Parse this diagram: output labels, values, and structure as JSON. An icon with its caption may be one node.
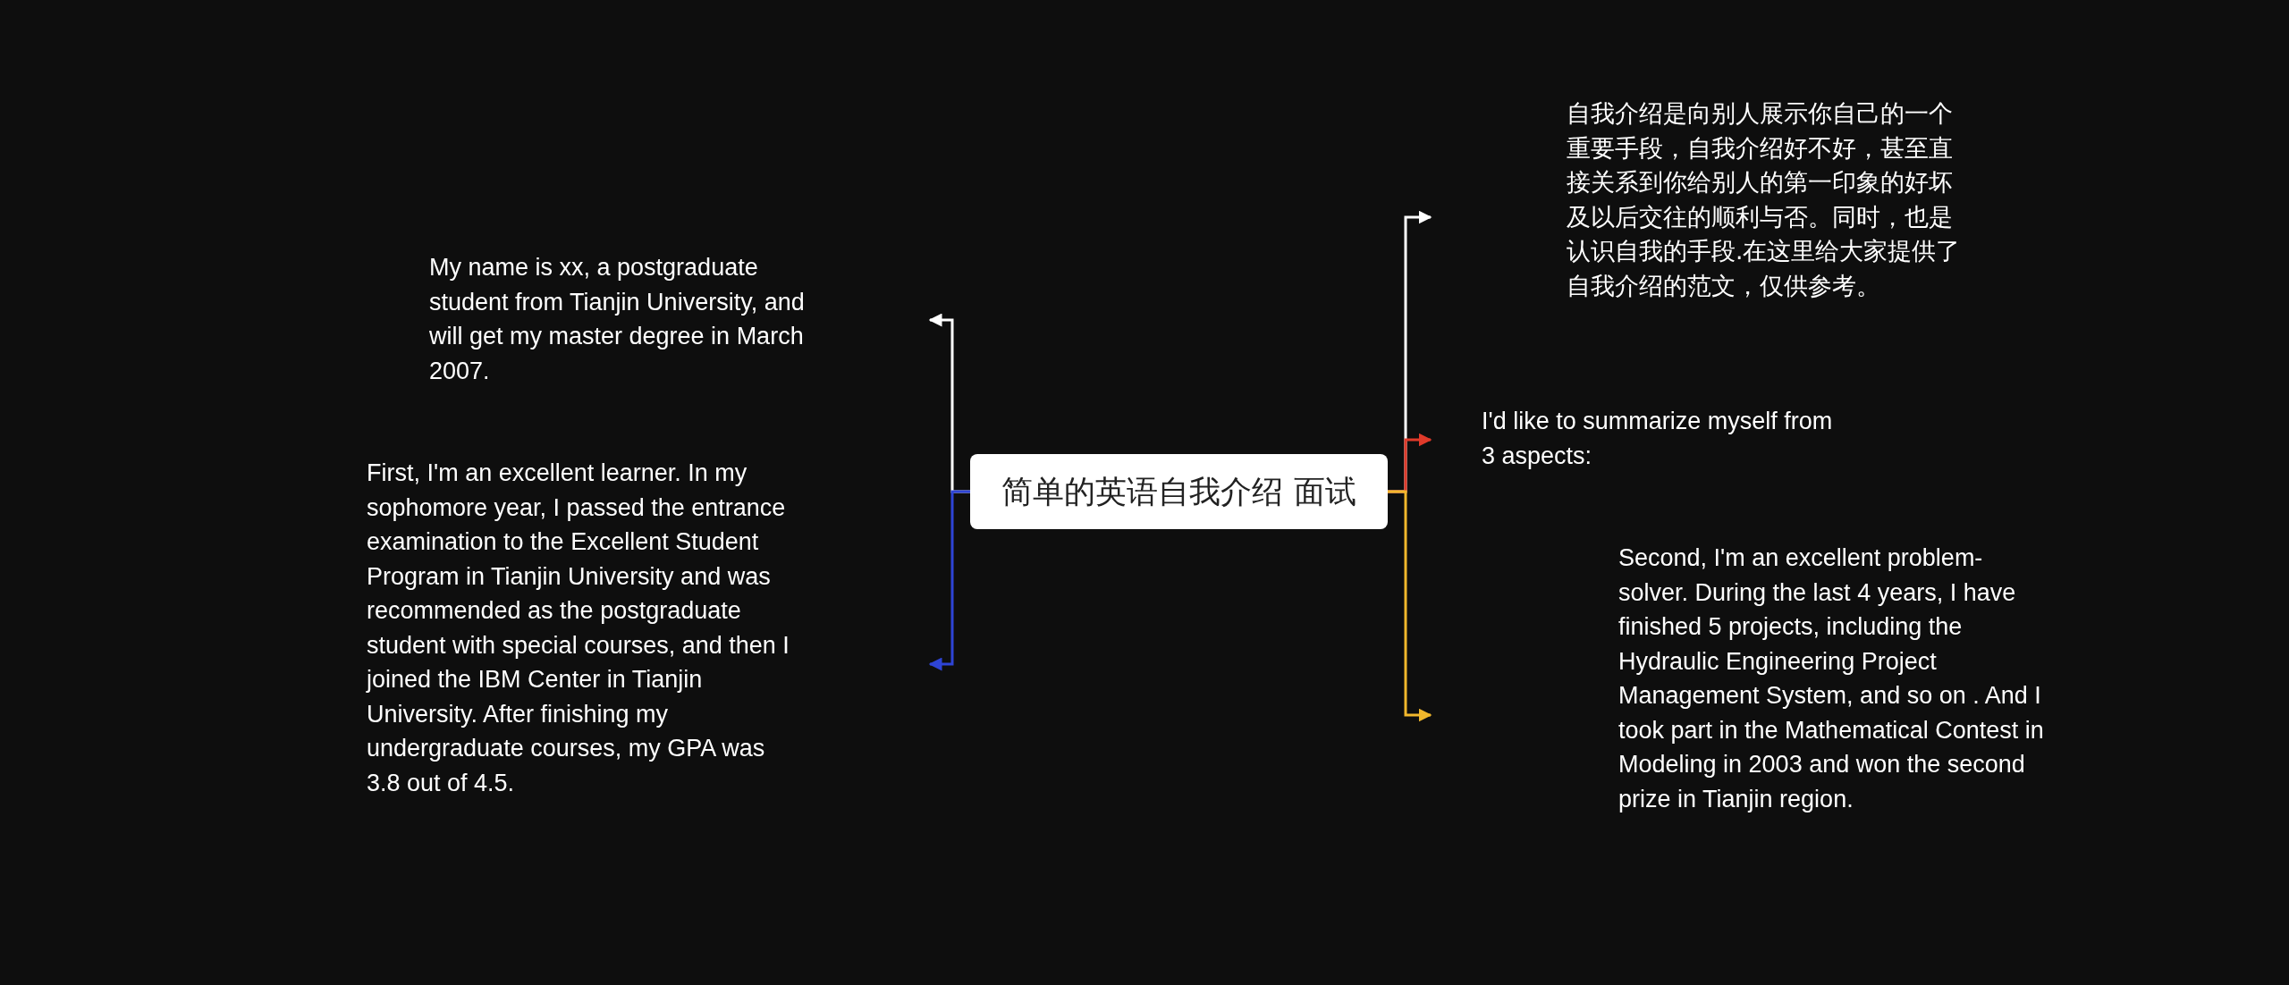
{
  "diagram": {
    "nodes": [
      {
        "text": [
          "简单的英语自我介绍 面试"
        ]
      },
      {
        "text": [
          "My name is xx, a postgraduate student from Tianjin University, and will get my master degree in March 2007."
        ]
      },
      {
        "text": [
          "First, I'm an excellent learner. In my sophomore year, I passed the entrance examination to the Excellent Student Program in Tianjin University and was recommended as the postgraduate student with special courses, and then I joined the IBM Center in Tianjin University. After finishing my undergraduate courses, my GPA was 3.8 out of 4.5."
        ]
      },
      {
        "text": [
          "自我介绍是向别人展示你自己的一个重要手段，自我介绍好不好，甚至直接关系到你给别人的第一印象的好坏及以后交往的顺利与否。同时，也是认识自我的手段.在这里给大家提供了自我介绍的范文，仅供参考。"
        ]
      },
      {
        "text": [
          "I'd like to summarize myself from 3 aspects:"
        ]
      },
      {
        "text": [
          "Second, I'm an excellent problem-solver. During the last 4 years, I have finished 5 projects, including the Hydraulic Engineering Project Management System, and so on . And I took part in the Mathematical Contest in Modeling in 2003 and won the second prize in Tianjin region."
        ]
      }
    ],
    "edges": [
      {
        "from": 0,
        "to": 1,
        "arrow": "to"
      },
      {
        "from": 0,
        "to": 2,
        "arrow": "to",
        "color": "#2e44d6"
      },
      {
        "from": 0,
        "to": 3,
        "arrow": "to"
      },
      {
        "from": 0,
        "to": 4,
        "arrow": "to",
        "color": "#e03a2a"
      },
      {
        "from": 0,
        "to": 5,
        "arrow": "to",
        "color": "#f2b82c"
      }
    ]
  }
}
